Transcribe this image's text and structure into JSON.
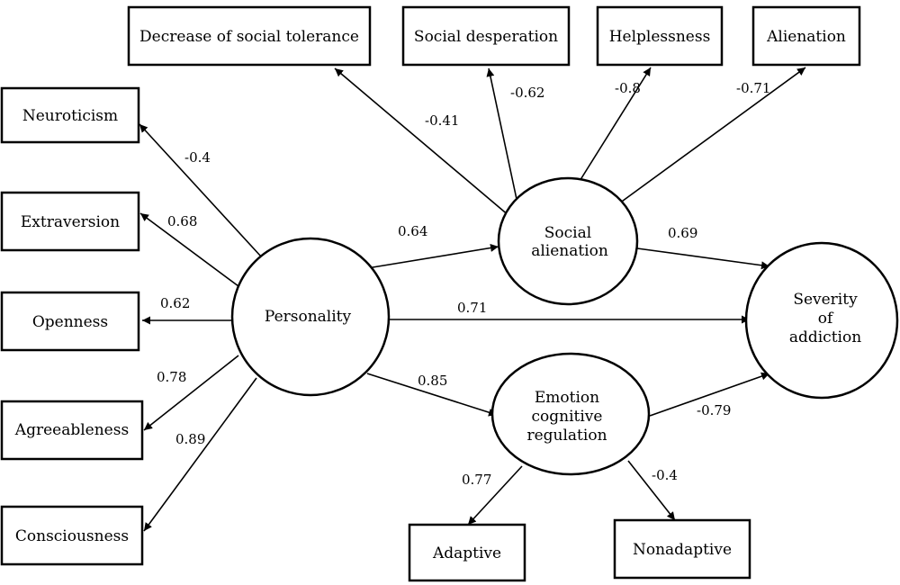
{
  "nodes": {
    "decrease_social_tolerance": {
      "label": "Decrease of social tolerance"
    },
    "social_desperation": {
      "label": "Social desperation"
    },
    "helplessness": {
      "label": "Helplessness"
    },
    "alienation": {
      "label": "Alienation"
    },
    "neuroticism": {
      "label": "Neuroticism"
    },
    "extraversion": {
      "label": "Extraversion"
    },
    "openness": {
      "label": "Openness"
    },
    "agreeableness": {
      "label": "Agreeableness"
    },
    "consciousness": {
      "label": "Consciousness"
    },
    "personality": {
      "label": "Personality"
    },
    "social_alienation": {
      "lines": [
        "Social",
        "alienation"
      ]
    },
    "emotion_regulation": {
      "lines": [
        "Emotion",
        "cognitive",
        "regulation"
      ]
    },
    "severity_addiction": {
      "lines": [
        "Severity",
        "of",
        "addiction"
      ]
    },
    "adaptive": {
      "label": "Adaptive"
    },
    "nonadaptive": {
      "label": "Nonadaptive"
    }
  },
  "edges": [
    {
      "id": "pers-neuro",
      "from": "personality",
      "to": "neuroticism",
      "coefficient": "-0.4"
    },
    {
      "id": "pers-extra",
      "from": "personality",
      "to": "extraversion",
      "coefficient": "0.68"
    },
    {
      "id": "pers-open",
      "from": "personality",
      "to": "openness",
      "coefficient": "0.62"
    },
    {
      "id": "pers-agree",
      "from": "personality",
      "to": "agreeableness",
      "coefficient": "0.78"
    },
    {
      "id": "pers-consc",
      "from": "personality",
      "to": "consciousness",
      "coefficient": "0.89"
    },
    {
      "id": "pers-socal",
      "from": "personality",
      "to": "social_alienation",
      "coefficient": "0.64"
    },
    {
      "id": "pers-sev",
      "from": "personality",
      "to": "severity_addiction",
      "coefficient": "0.71"
    },
    {
      "id": "pers-emo",
      "from": "personality",
      "to": "emotion_regulation",
      "coefficient": "0.85"
    },
    {
      "id": "socal-dec",
      "from": "social_alienation",
      "to": "decrease_social_tolerance",
      "coefficient": "-0.41"
    },
    {
      "id": "socal-desp",
      "from": "social_alienation",
      "to": "social_desperation",
      "coefficient": "-0.62"
    },
    {
      "id": "socal-help",
      "from": "social_alienation",
      "to": "helplessness",
      "coefficient": "-0.8"
    },
    {
      "id": "socal-alien",
      "from": "social_alienation",
      "to": "alienation",
      "coefficient": "-0.71"
    },
    {
      "id": "socal-sev",
      "from": "social_alienation",
      "to": "severity_addiction",
      "coefficient": "0.69"
    },
    {
      "id": "emo-sev",
      "from": "emotion_regulation",
      "to": "severity_addiction",
      "coefficient": "-0.79"
    },
    {
      "id": "emo-adapt",
      "from": "emotion_regulation",
      "to": "adaptive",
      "coefficient": "0.77"
    },
    {
      "id": "emo-nonadapt",
      "from": "emotion_regulation",
      "to": "nonadaptive",
      "coefficient": "-0.4"
    }
  ]
}
